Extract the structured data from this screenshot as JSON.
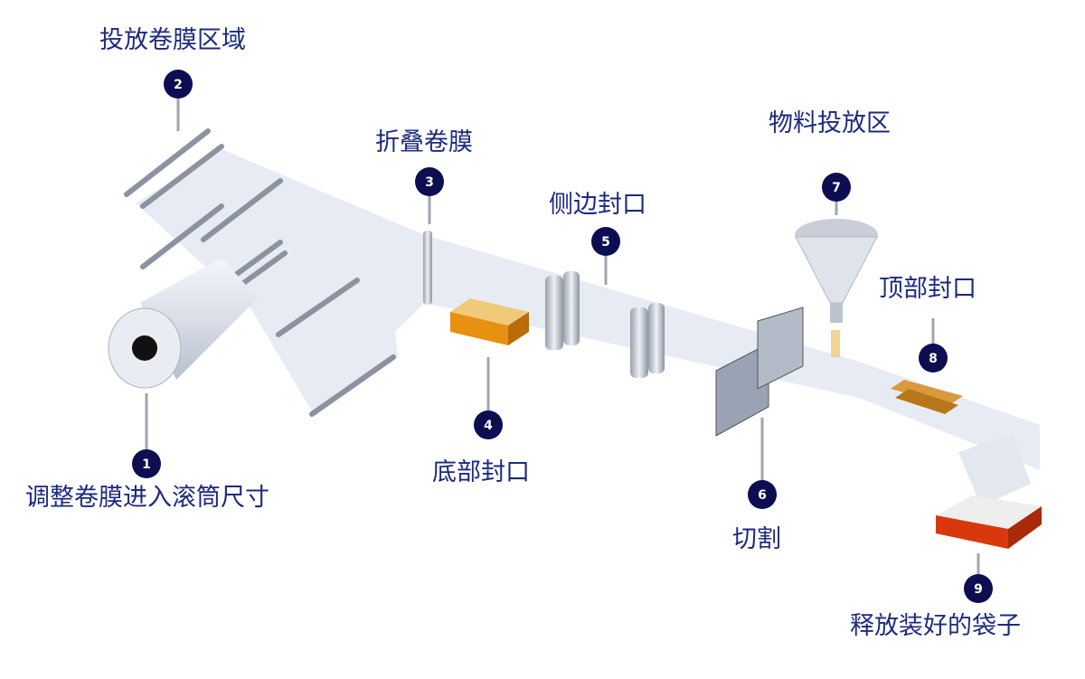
{
  "steps": [
    {
      "num": "1",
      "label": "调整卷膜进入滚筒尺寸"
    },
    {
      "num": "2",
      "label": "投放卷膜区域"
    },
    {
      "num": "3",
      "label": "折叠卷膜"
    },
    {
      "num": "4",
      "label": "底部封口"
    },
    {
      "num": "5",
      "label": "侧边封口"
    },
    {
      "num": "6",
      "label": "切割"
    },
    {
      "num": "7",
      "label": "物料投放区"
    },
    {
      "num": "8",
      "label": "顶部封口"
    },
    {
      "num": "9",
      "label": "释放装好的袋子"
    }
  ],
  "colors": {
    "text": "#1c2a80",
    "badge": "#0d0d52",
    "sealer": "#e8900f",
    "tray": "#d9380e"
  }
}
